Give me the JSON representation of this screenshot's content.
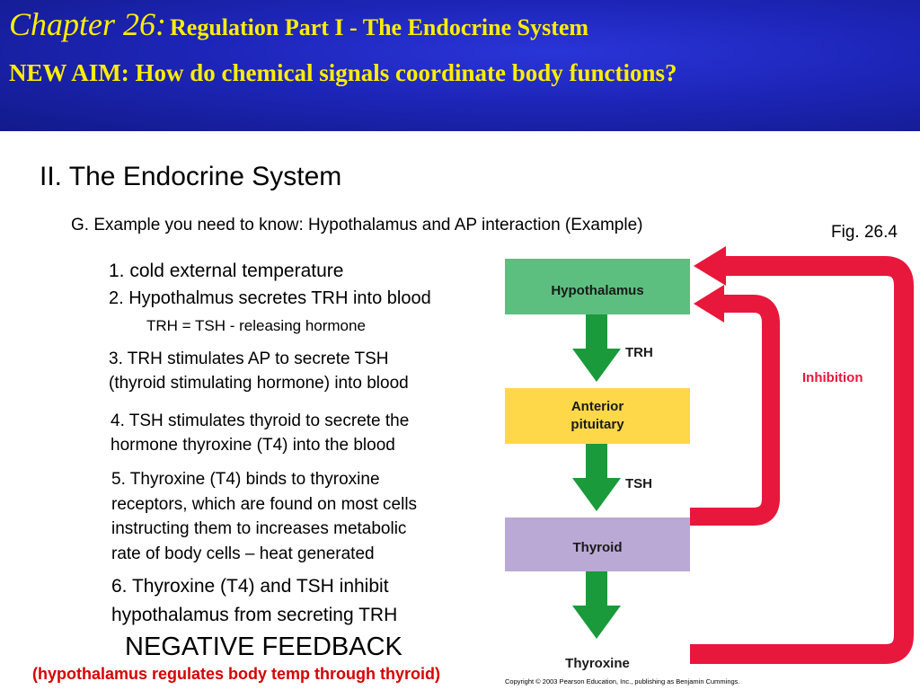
{
  "header": {
    "chapter": "Chapter 26:",
    "chapter_subtitle": "Regulation Part I - The Endocrine System",
    "aim": "NEW AIM: How do chemical signals coordinate body functions?"
  },
  "section_title": "II. The Endocrine System",
  "example_heading": "G. Example you need to know: Hypothalamus and AP interaction (Example)",
  "fig_label": "Fig. 26.4",
  "steps": {
    "step1": "1. cold external temperature",
    "step2": "2. Hypothalmus secretes TRH into blood",
    "step2_note": "TRH = TSH - releasing hormone",
    "step3": [
      "3. TRH stimulates AP to secrete TSH",
      "(thyroid stimulating hormone) into blood"
    ],
    "step4": [
      "4. TSH stimulates thyroid to secrete the",
      "hormone thyroxine (T4) into the blood"
    ],
    "step5": [
      "5. Thyroxine (T4) binds to thyroxine",
      "receptors, which are found on most cells",
      "instructing them to increases metabolic",
      "rate of body cells – heat generated"
    ],
    "step6": [
      "6. Thyroxine (T4) and TSH inhibit",
      "hypothalamus from secreting TRH"
    ]
  },
  "negative_feedback": "NEGATIVE FEEDBACK",
  "negative_feedback_sub": "(hypothalamus regulates body temp through thyroid)",
  "diagram": {
    "hypothalamus": "Hypothalamus",
    "anterior_pituitary": [
      "Anterior",
      "pituitary"
    ],
    "trh": "TRH",
    "tsh": "TSH",
    "thyroid": "Thyroid",
    "thyroxine": "Thyroxine",
    "inhibition": "Inhibition",
    "colors": {
      "hypothalamus_box": "#5cbf7f",
      "pituitary_box": "#ffd84a",
      "thyroid_box": "#b9a9d4",
      "arrow_green": "#1a9a3a",
      "inhibition_red": "#e8173c"
    }
  },
  "copyright": "Copyright © 2003 Pearson Education, Inc., publishing as Benjamin Cummings."
}
